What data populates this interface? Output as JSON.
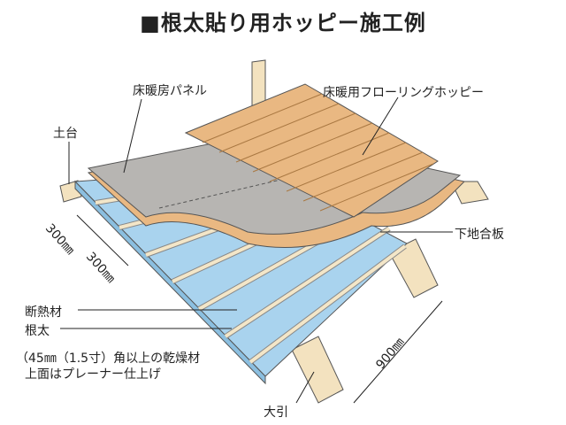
{
  "title": "■根太貼り用ホッピー施工例",
  "labels": {
    "dodai": "土台",
    "panel": "床暖房パネル",
    "flooring": "床暖用フローリングホッピー",
    "plywood": "下地合板",
    "spacing1": "300㎜",
    "spacing2": "300㎜",
    "insulation": "断熱材",
    "joist": "根太",
    "joist_note1": "（45㎜（1.5寸）角以上の乾燥材",
    "joist_note2": "上面はプレーナー仕上げ",
    "span": "900㎜",
    "oobiki": "大引"
  },
  "colors": {
    "insulation": "#a9d3ee",
    "panel": "#b7b5b2",
    "wood": "#e9b882",
    "joist": "#f3e6c8"
  }
}
